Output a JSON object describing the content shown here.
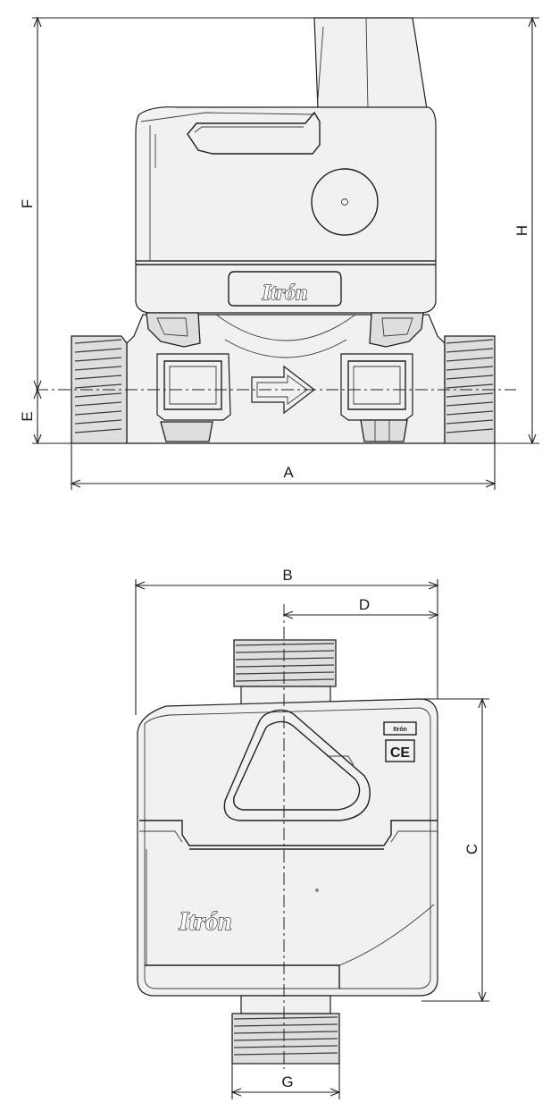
{
  "dimensions": {
    "a": "A",
    "b": "B",
    "c": "C",
    "d": "D",
    "e": "E",
    "f": "F",
    "g": "G",
    "h": "H"
  },
  "logo": {
    "front": "Itrón",
    "top": "Itrón"
  },
  "marks": {
    "ce": "CE"
  },
  "colors": {
    "line": "#1f1f1f",
    "shade": "#dedede",
    "background": "#ffffff"
  }
}
